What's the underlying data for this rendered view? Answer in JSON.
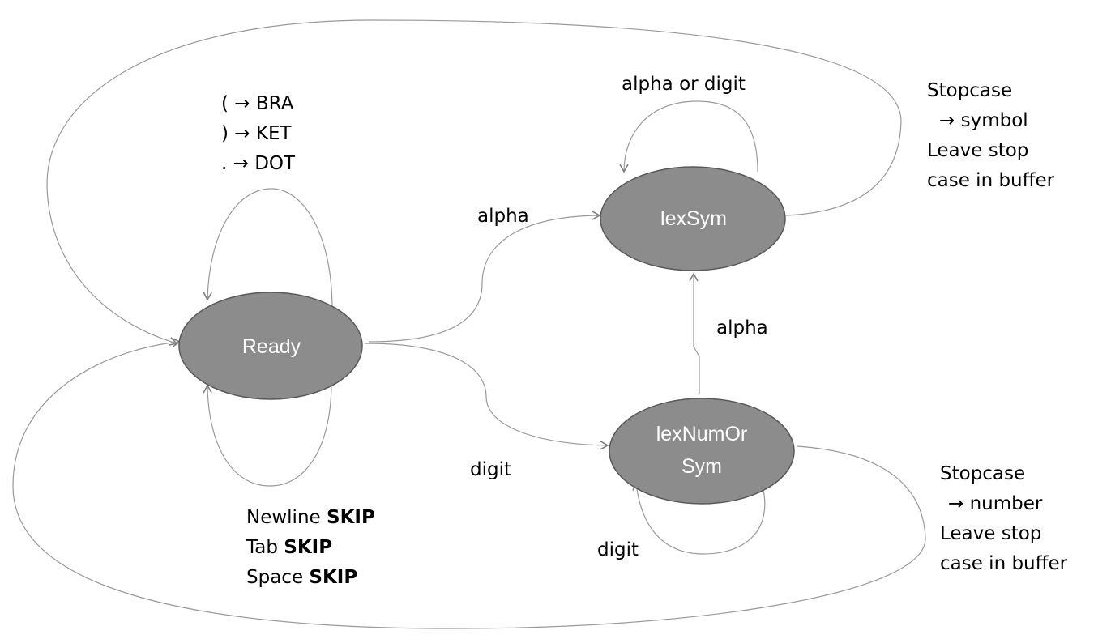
{
  "states": {
    "ready": "Ready",
    "lexsym": "lexSym",
    "lexnum_line1": "lexNumOr",
    "lexnum_line2": "Sym"
  },
  "colors": {
    "state_fill": "#8c8c8c",
    "state_stroke": "#595959",
    "edge": "#999999",
    "text": "#000000"
  },
  "ready_loop_top": {
    "lines": [
      {
        "left": "(",
        "arrow": "→",
        "right": "BRA"
      },
      {
        "left": ")",
        "arrow": "→",
        "right": "KET"
      },
      {
        "left": ".",
        "arrow": "→",
        "right": "DOT"
      }
    ]
  },
  "ready_loop_bottom": {
    "lines": [
      {
        "text": "Newline",
        "action": "SKIP"
      },
      {
        "text": "Tab",
        "action": "SKIP"
      },
      {
        "text": "Space",
        "action": "SKIP"
      }
    ]
  },
  "edges": {
    "ready_to_lexsym": "alpha",
    "ready_to_lexnum": "digit",
    "lexnum_to_lexsym": "alpha",
    "lexsym_loop": "alpha or digit",
    "lexnum_loop": "digit"
  },
  "lexsym_stop": {
    "line1": "Stopcase",
    "arrow": "→",
    "line2": "symbol",
    "line3": "Leave stop",
    "line4": "case in buffer"
  },
  "lexnum_stop": {
    "line1": "Stopcase",
    "arrow": "→",
    "line2": "number",
    "line3": "Leave stop",
    "line4": "case in buffer"
  }
}
